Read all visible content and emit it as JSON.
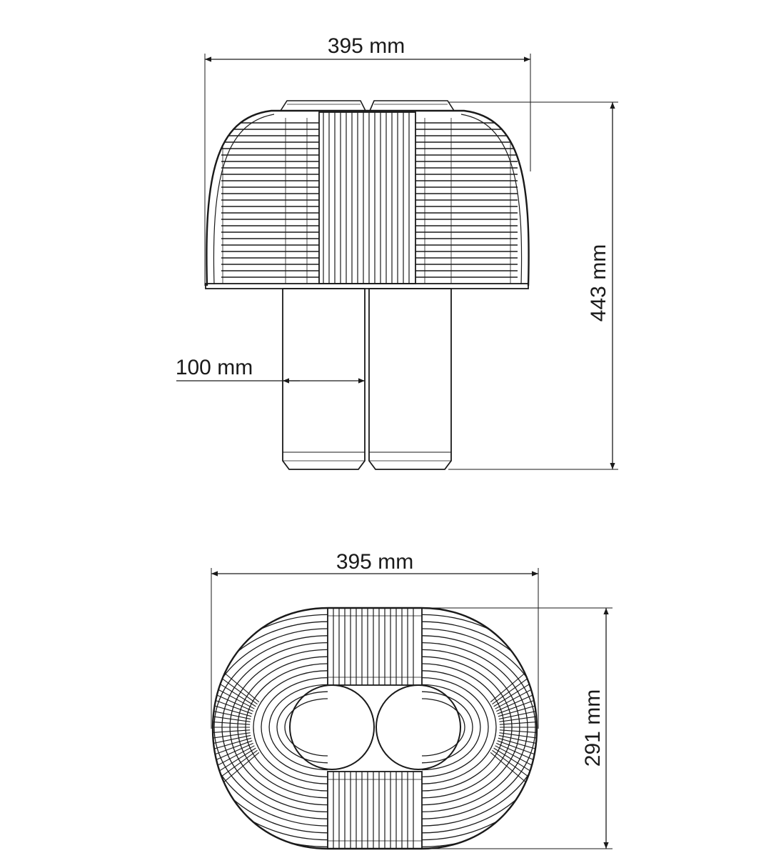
{
  "views": {
    "front": {
      "width_label": "395 mm",
      "height_label": "443 mm",
      "base_width_label": "100 mm"
    },
    "top": {
      "width_label": "395 mm",
      "depth_label": "291 mm"
    }
  }
}
